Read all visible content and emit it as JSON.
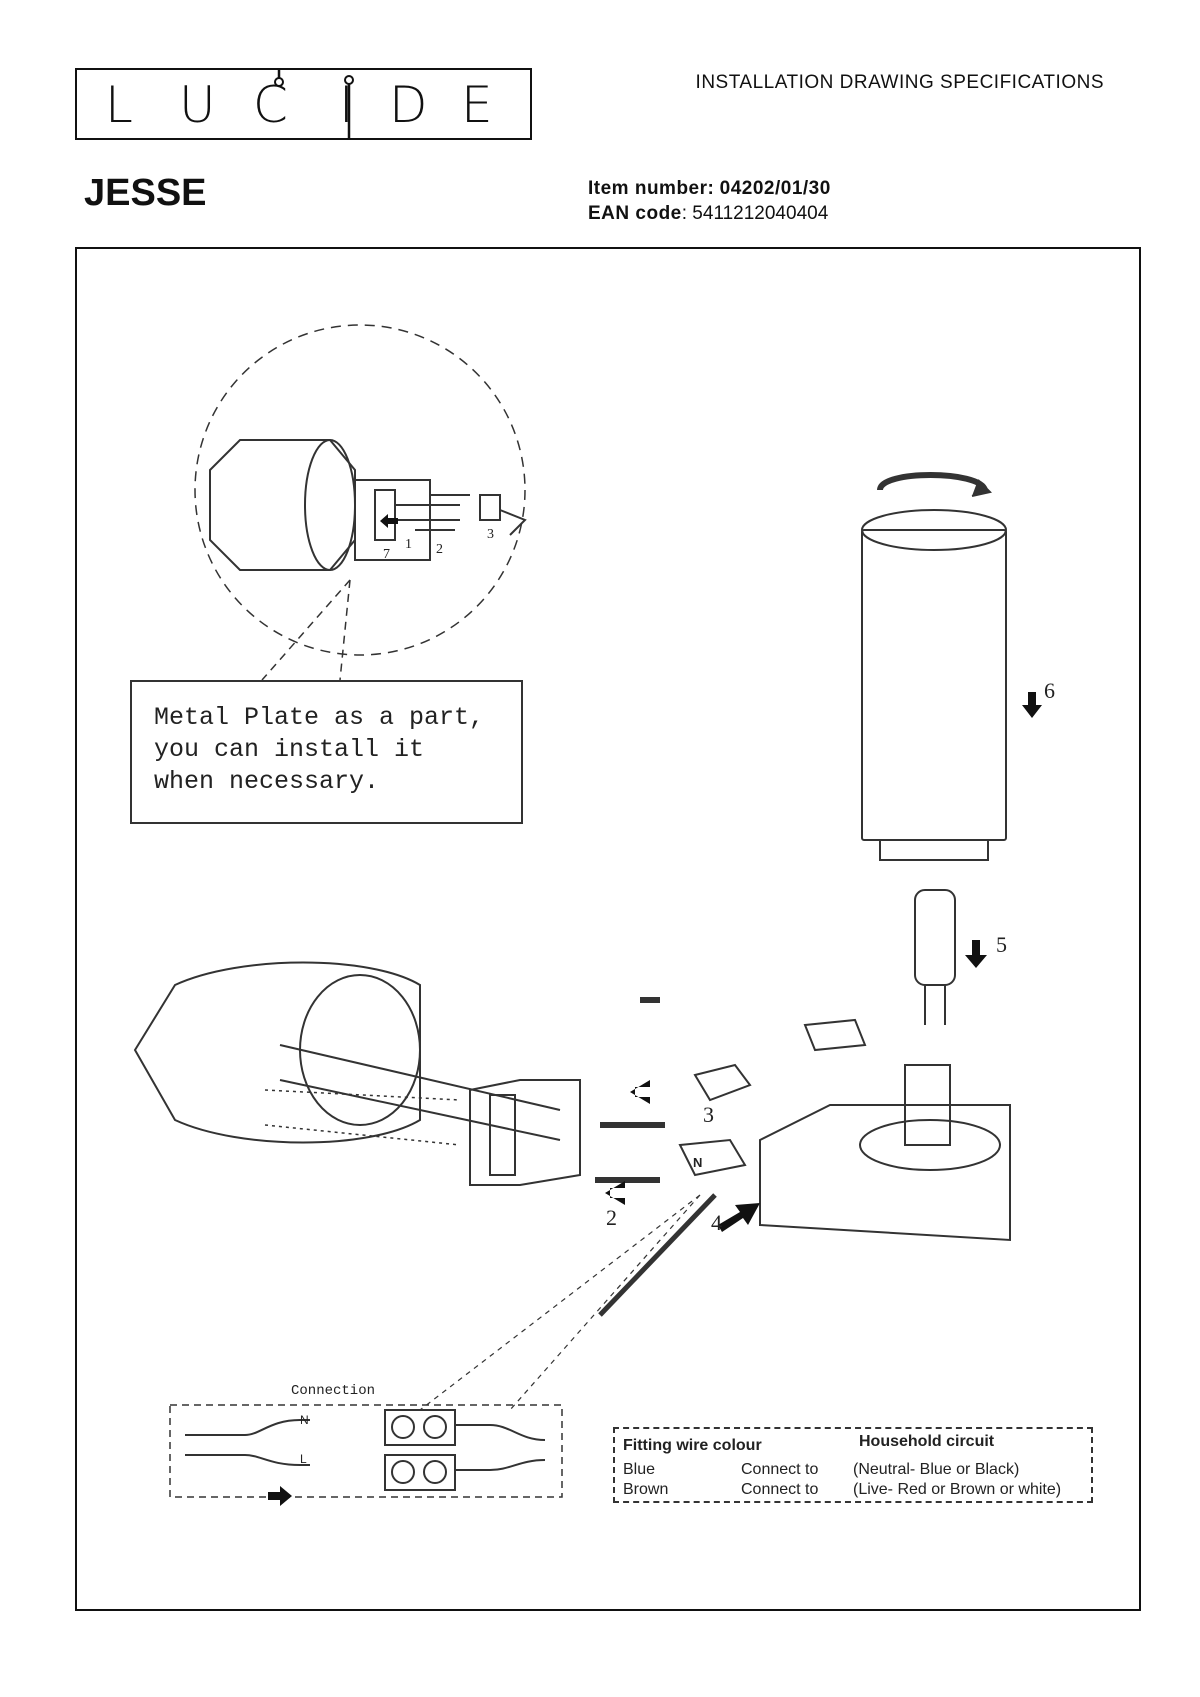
{
  "header": {
    "brand_letters": [
      "L",
      "U",
      "C",
      "I",
      "D",
      "E"
    ],
    "doc_type": "INSTALLATION DRAWING SPECIFICATIONS"
  },
  "product": {
    "name": "JESSE",
    "item_label": "Item number:",
    "item_value": "04202/01/30",
    "ean_label": "EAN code",
    "ean_value": ": 5411212040404"
  },
  "diagram": {
    "note": "Metal Plate as a part, you can install it when necessary.",
    "detail_steps": [
      "1",
      "2",
      "3",
      "7"
    ],
    "steps": [
      "2",
      "3",
      "4",
      "5",
      "6"
    ],
    "connection_label": "Connection",
    "wire_letters": [
      "N",
      "L"
    ],
    "clip_letter": "N"
  },
  "wire_table": {
    "col1_header": "Fitting wire colour",
    "col3_header": "Household circuit",
    "rows": [
      {
        "colour": "Blue",
        "action": "Connect to",
        "circuit": "(Neutral- Blue or Black)"
      },
      {
        "colour": "Brown",
        "action": "Connect to",
        "circuit": "(Live- Red or Brown or white)"
      }
    ]
  }
}
